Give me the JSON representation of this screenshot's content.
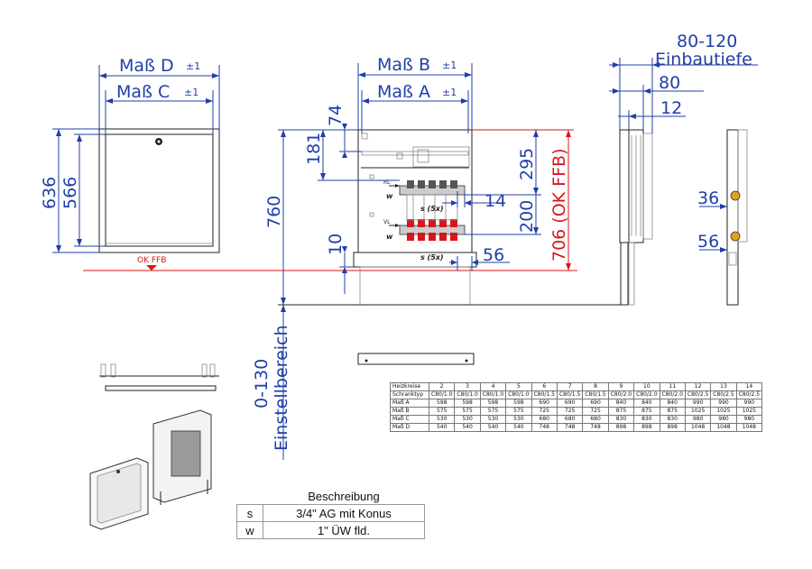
{
  "front_view": {
    "dim_d": "Maß D",
    "dim_d_tol": "±1",
    "dim_c": "Maß C",
    "dim_c_tol": "±1",
    "height_636": "636",
    "height_566": "566",
    "ok_ffb": "OK FFB"
  },
  "open_view": {
    "dim_b": "Maß B",
    "dim_b_tol": "±1",
    "dim_a": "Maß A",
    "dim_a_tol": "±1",
    "d74": "74",
    "d181": "181",
    "d760": "760",
    "d10": "10",
    "d295": "295",
    "d14": "14",
    "d200": "200",
    "d56": "56",
    "d706": "706 (OK FFB)",
    "label_rl": "RL",
    "label_vl": "VL",
    "label_w1": "w",
    "label_w2": "w",
    "label_s1": "s (5x)",
    "label_s2": "s (5x)"
  },
  "side_view": {
    "d80_120": "80-120",
    "einbautiefe": "Einbautiefe",
    "d80": "80",
    "d12": "12",
    "d36": "36",
    "d56": "56"
  },
  "adjust": {
    "range": "0-130",
    "label": "Einstellbereich"
  },
  "spec_table": {
    "rows": [
      {
        "label": "Heizkreise",
        "values": [
          "2",
          "3",
          "4",
          "5",
          "6",
          "7",
          "8",
          "9",
          "10",
          "11",
          "12",
          "13",
          "14"
        ]
      },
      {
        "label": "Schranktyp",
        "values": [
          "C80/1.0",
          "C80/1.0",
          "C80/1.0",
          "C80/1.0",
          "C80/1.5",
          "C80/1.5",
          "C80/1.5",
          "C80/2.0",
          "C80/2.0",
          "C80/2.0",
          "C80/2.5",
          "C80/2.5",
          "C80/2.5"
        ]
      },
      {
        "label": "Maß A",
        "values": [
          "598",
          "598",
          "598",
          "598",
          "690",
          "690",
          "690",
          "840",
          "840",
          "840",
          "990",
          "990",
          "990"
        ]
      },
      {
        "label": "Maß B",
        "values": [
          "575",
          "575",
          "575",
          "575",
          "725",
          "725",
          "725",
          "875",
          "875",
          "875",
          "1025",
          "1025",
          "1025"
        ]
      },
      {
        "label": "Maß C",
        "values": [
          "530",
          "530",
          "530",
          "530",
          "680",
          "680",
          "680",
          "830",
          "830",
          "830",
          "980",
          "980",
          "980"
        ]
      },
      {
        "label": "Maß D",
        "values": [
          "540",
          "540",
          "540",
          "540",
          "748",
          "748",
          "748",
          "898",
          "898",
          "898",
          "1048",
          "1048",
          "1048"
        ]
      }
    ]
  },
  "description_table": {
    "header": "Beschreibung",
    "rows": [
      {
        "key": "s",
        "value": "3/4\" AG mit Konus"
      },
      {
        "key": "w",
        "value": "1\" ÜW fld."
      }
    ]
  }
}
